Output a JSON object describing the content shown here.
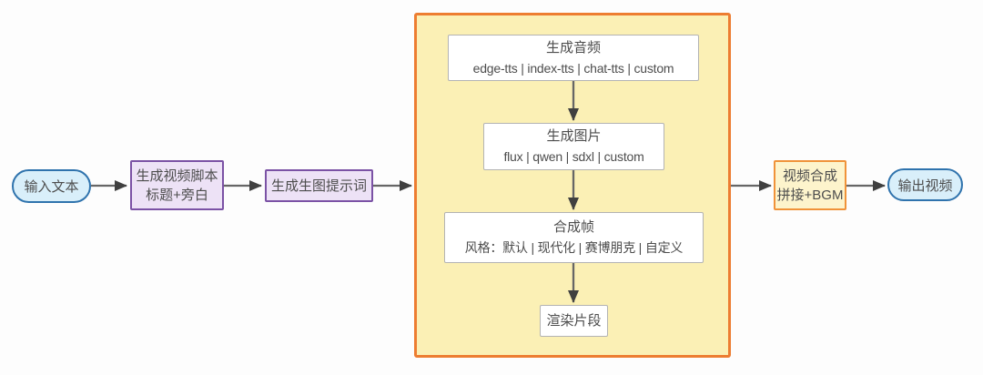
{
  "colors": {
    "text": "#4d4d4d",
    "arrow-line": "#666666",
    "arrow-head": "#404040",
    "oval-fill": "#d9effa",
    "oval-border": "#2f73ad",
    "purple-fill": "#ede2f6",
    "purple-border": "#7b52a5",
    "container-fill": "#fbf0b5",
    "container-border": "#ed7d31",
    "box-border": "#b3b3b3",
    "compose-fill": "#fdf4cc",
    "compose-border": "#f0933a"
  },
  "nodes": {
    "input": {
      "label": "输入文本"
    },
    "script": {
      "line1": "生成视频脚本",
      "line2": "标题+旁白"
    },
    "prompt": {
      "label": "生成生图提示词"
    },
    "audio": {
      "title": "生成音频",
      "options": "edge-tts | index-tts | chat-tts | custom"
    },
    "image": {
      "title": "生成图片",
      "options": "flux | qwen | sdxl | custom"
    },
    "frame": {
      "title": "合成帧",
      "options": "风格：默认 | 现代化 | 赛博朋克 | 自定义"
    },
    "render": {
      "label": "渲染片段"
    },
    "compose": {
      "line1": "视频合成",
      "line2": "拼接+BGM"
    },
    "output": {
      "label": "输出视频"
    }
  }
}
